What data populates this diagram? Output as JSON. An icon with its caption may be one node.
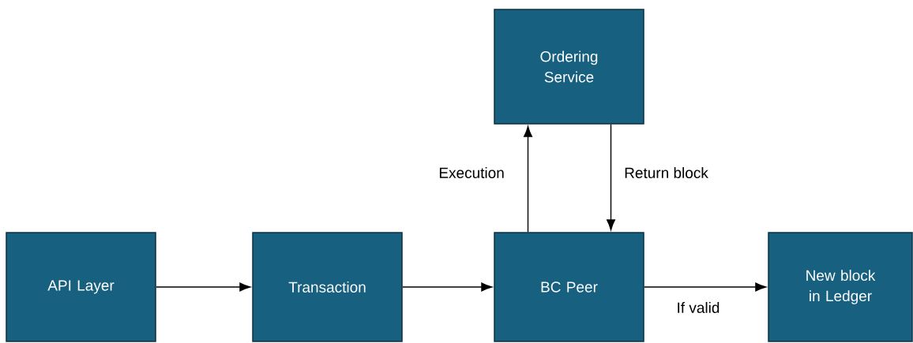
{
  "diagram": {
    "nodes": [
      {
        "text": [
          "Ordering Service"
        ]
      },
      {
        "text": [
          "API Layer"
        ]
      },
      {
        "text": [
          "Transaction"
        ]
      },
      {
        "text": [
          "BC Peer"
        ]
      },
      {
        "text": [
          "New block in Ledger"
        ]
      }
    ],
    "edges": [
      {
        "from": 1,
        "to": 2,
        "arrow": "to"
      },
      {
        "from": 2,
        "to": 3,
        "arrow": "to"
      },
      {
        "from": 3,
        "to": 0,
        "arrow": "to",
        "label": "Execution"
      },
      {
        "from": 0,
        "to": 3,
        "arrow": "to",
        "label": "Return block"
      },
      {
        "from": 3,
        "to": 4,
        "arrow": "to",
        "label": "If valid"
      }
    ]
  }
}
